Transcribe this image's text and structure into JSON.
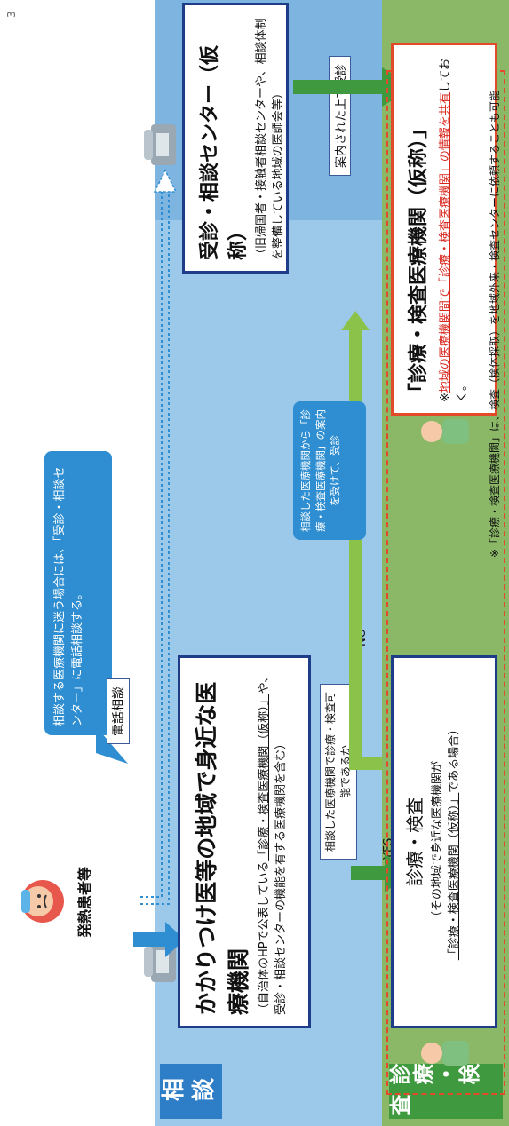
{
  "page_number": "3",
  "side_labels": {
    "soudan": "相談",
    "shinryo_kensa": "診療・検査"
  },
  "patient": {
    "label": "発熱患者等",
    "phone_tag": "電話相談"
  },
  "callout_top": "相談する医療機関に迷う場合には、「受診・相談センター」に電話相談する。",
  "kakaritsuke": {
    "title": "かかりつけ医等の地域で身近な医療機関",
    "body_prefix": "（自治体のHPで公表している",
    "body_underlined": "「診療・検査医療機関（仮称）」",
    "body_suffix": "や、受診・相談センターの機能を有する医療機関を含む）"
  },
  "center": {
    "title": "受診・相談センター（仮称）",
    "body": "（旧帰国者・接触者相談センターや、相談体制を整備している地域の医師会等）"
  },
  "guided_label": "案内された上で受診",
  "decision": {
    "question": "相談した医療機関で診療・検査可能であるか",
    "yes": "YES",
    "no": "NO"
  },
  "callout_mid": "相談した医療機関から「診療・検査医療機関」の案内を受けて、受診",
  "exam": {
    "title": "診療・検査",
    "body_prefix": "（その地域で身近な医療機関が",
    "body_underlined": "「診療・検査医療機関（仮称）」",
    "body_suffix": "である場合）"
  },
  "clinic": {
    "title": "「診療・検査医療機関（仮称）」",
    "note_mark": "※",
    "note_red": "地域の医療機関間で「診療・検査医療機関」の情報を共有",
    "note_suffix": "しておく。"
  },
  "footnote": "※「診療・検査医療機関」は、検査（検体採取）を地域外来・検査センターに依頼することも可能"
}
